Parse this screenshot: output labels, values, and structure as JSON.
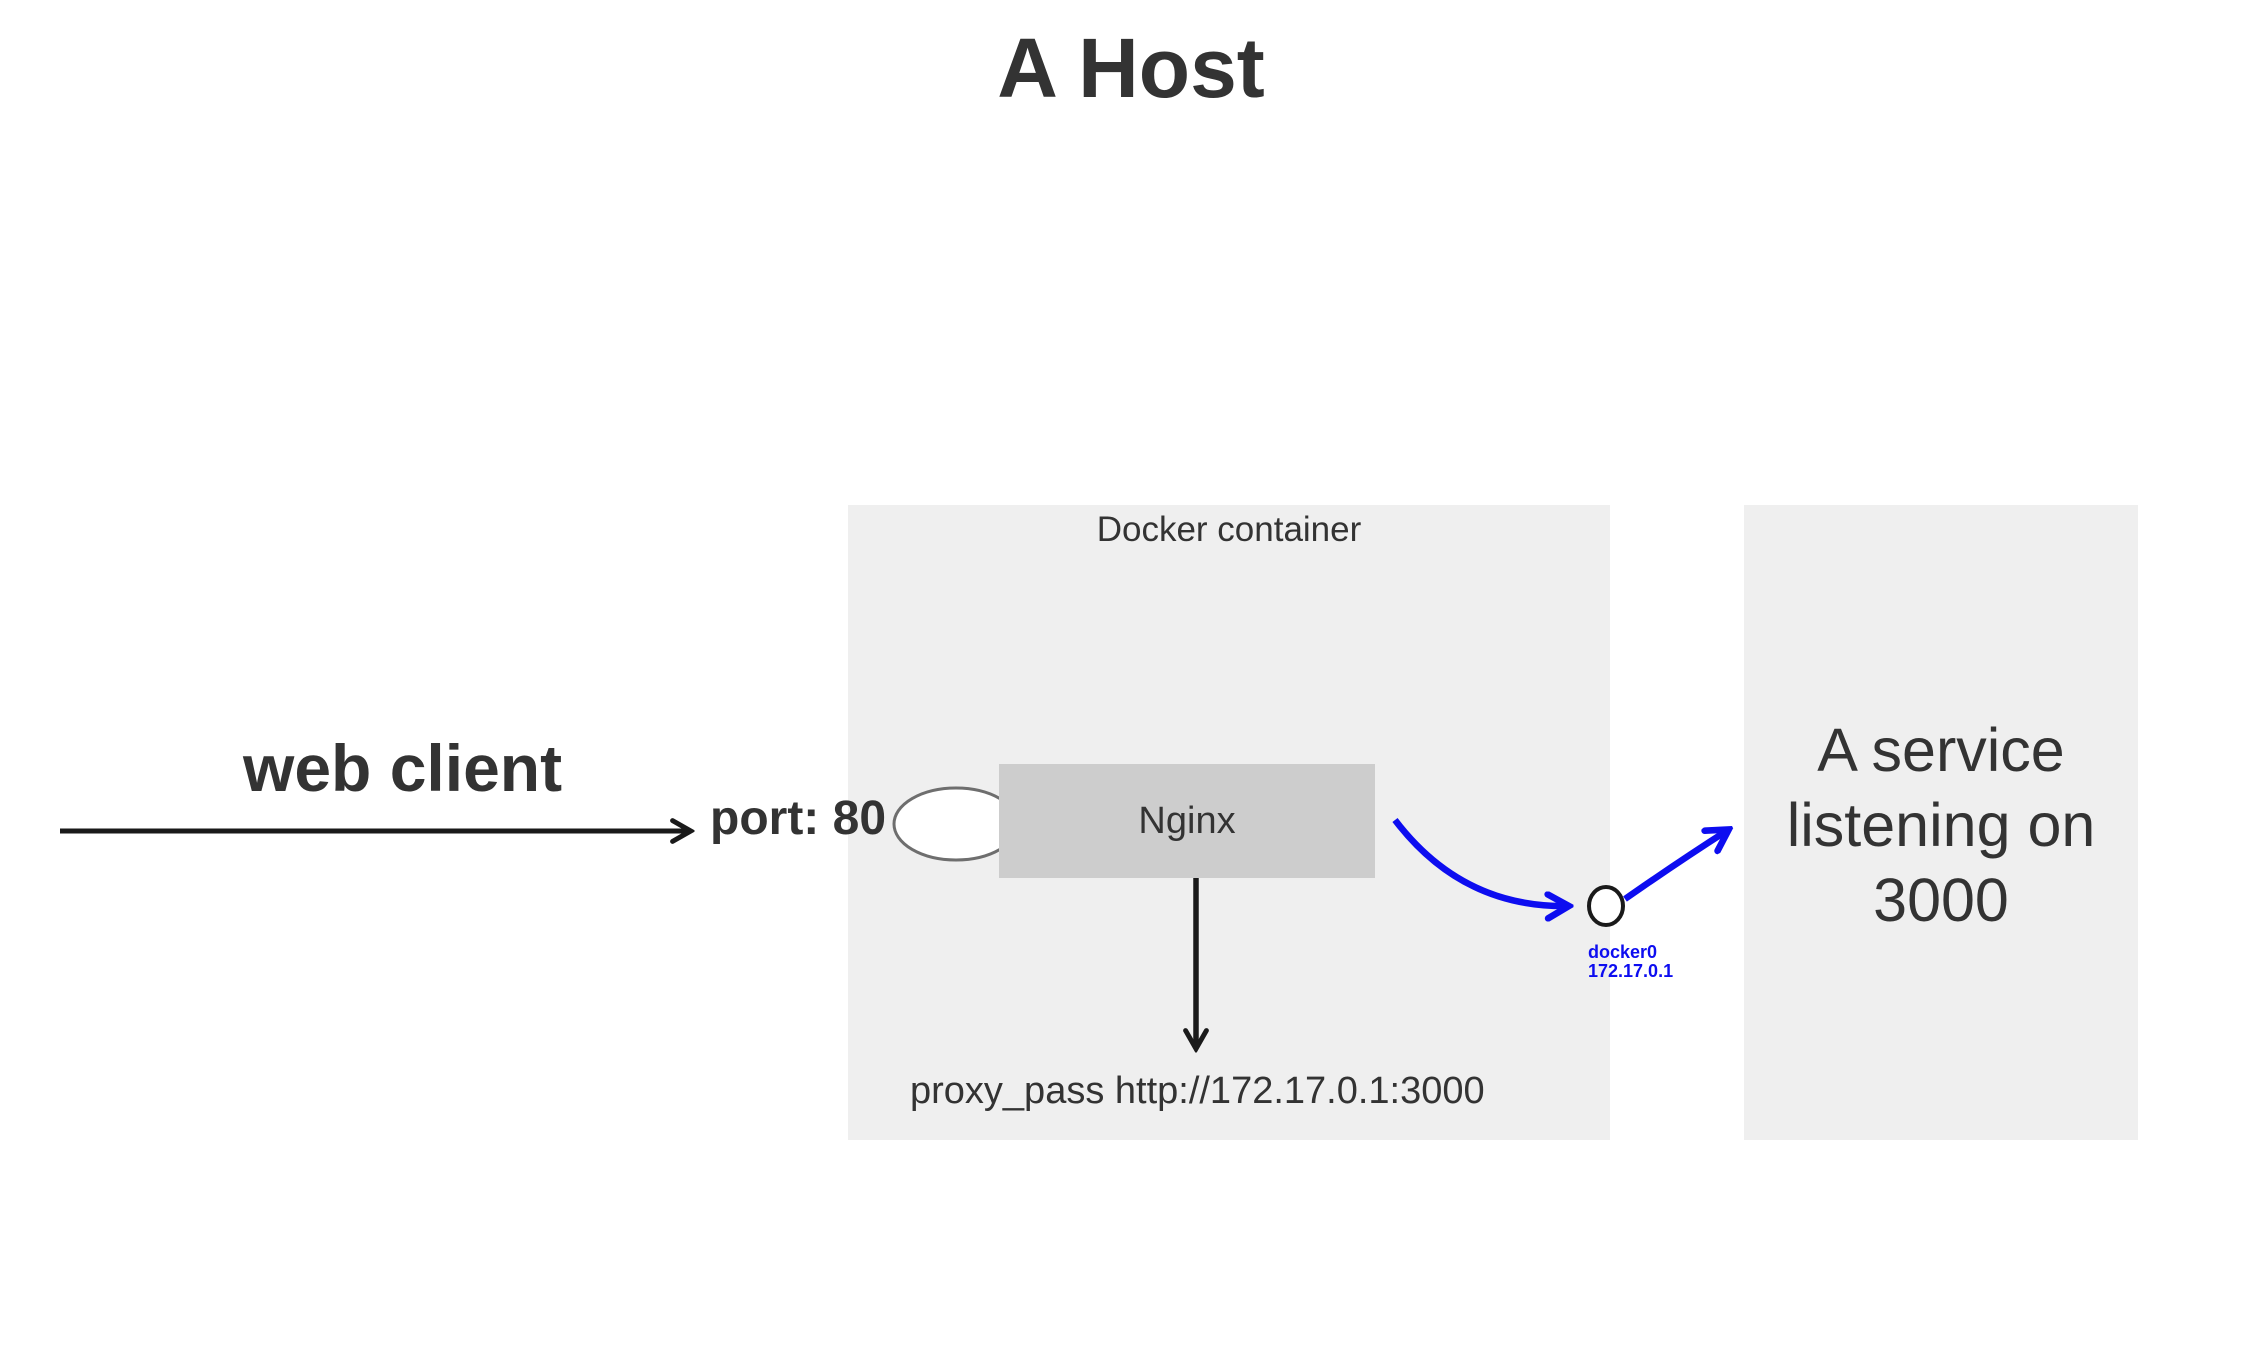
{
  "title": "A Host",
  "web_client_label": "web client",
  "port_label": "port: 80",
  "docker_box": {
    "label": "Docker container",
    "nginx_label": "Nginx",
    "proxy_pass": "proxy_pass http://172.17.0.1:3000"
  },
  "bridge": {
    "interface": "docker0",
    "ip": "172.17.0.1"
  },
  "service_box": {
    "lines": [
      "A service",
      "listening on",
      "3000"
    ]
  },
  "colors": {
    "accent_blue": "#0d0df0",
    "box_fill": "#efefef",
    "nginx_fill": "#cdcdcd",
    "text": "#333333",
    "ellipse_stroke": "#6e6e6e",
    "circle_stroke": "#1a1a1a"
  }
}
